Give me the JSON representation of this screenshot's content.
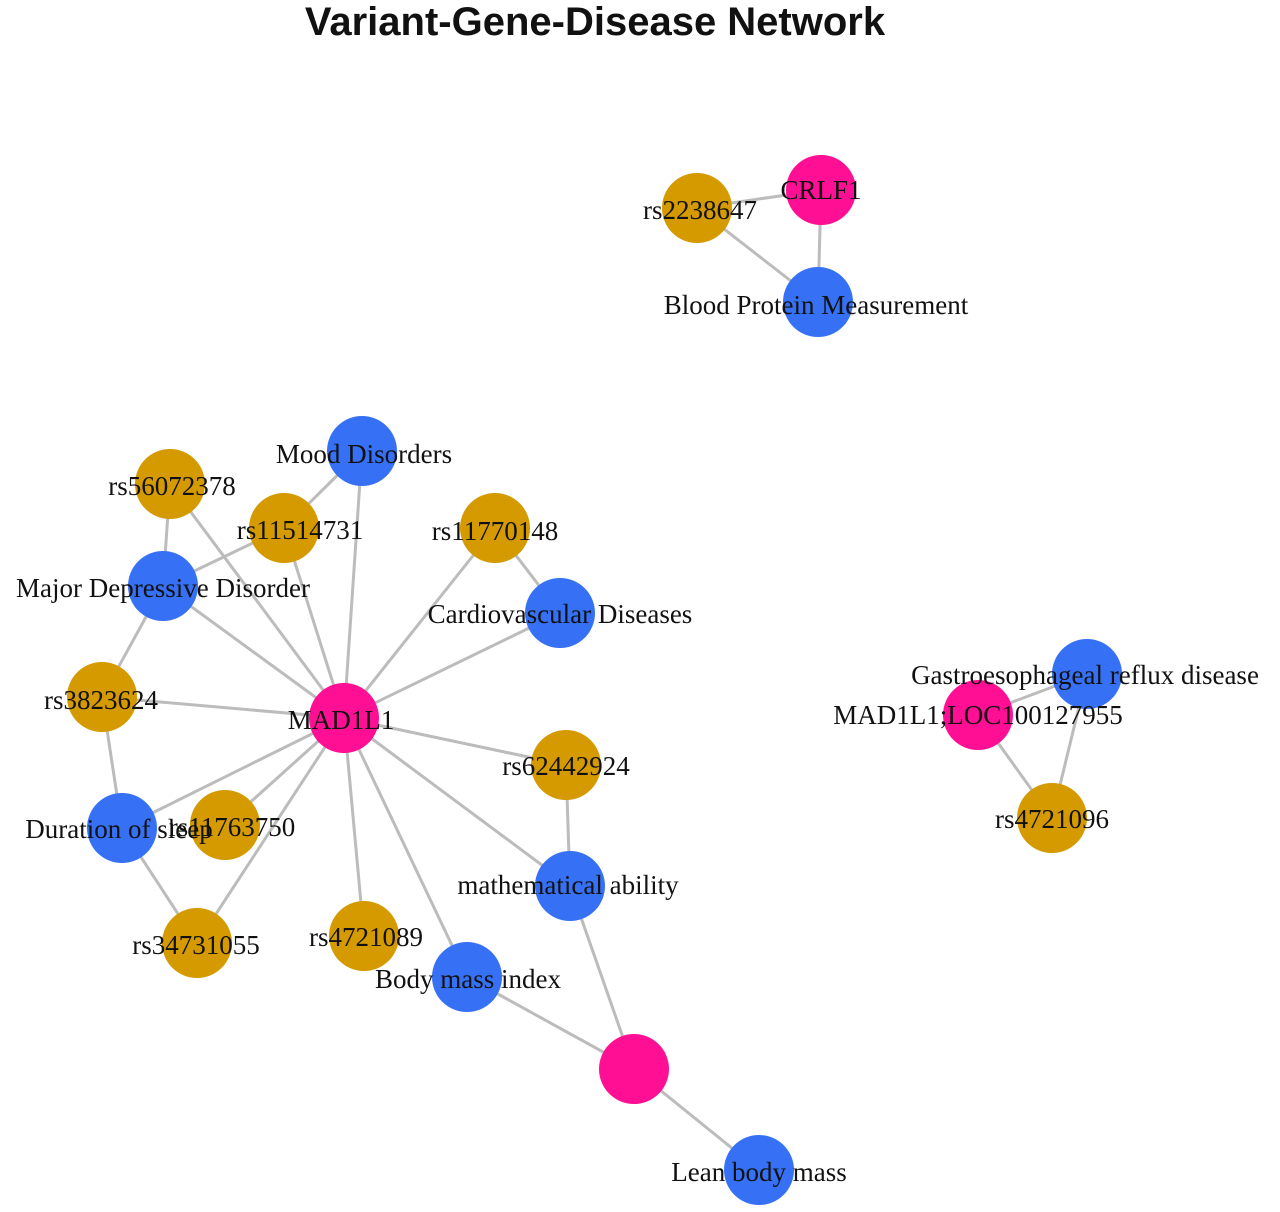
{
  "title": "Variant-Gene-Disease Network",
  "colors": {
    "variant": "#d49a00",
    "gene": "#ff0f93",
    "disease": "#3671f5",
    "edge": "#bcbcbc"
  },
  "nodes": [
    {
      "id": "rs2238647",
      "label": "rs2238647",
      "type": "variant"
    },
    {
      "id": "CRLF1",
      "label": "CRLF1",
      "type": "gene"
    },
    {
      "id": "blood_protein",
      "label": "Blood Protein Measurement",
      "type": "disease"
    },
    {
      "id": "mood",
      "label": "Mood Disorders",
      "type": "disease"
    },
    {
      "id": "rs56072378",
      "label": "rs56072378",
      "type": "variant"
    },
    {
      "id": "rs11514731",
      "label": "rs11514731",
      "type": "variant"
    },
    {
      "id": "rs11770148",
      "label": "rs11770148",
      "type": "variant"
    },
    {
      "id": "mdd",
      "label": "Major Depressive Disorder",
      "type": "disease"
    },
    {
      "id": "cvd",
      "label": "Cardiovascular Diseases",
      "type": "disease"
    },
    {
      "id": "rs3823624",
      "label": "rs3823624",
      "type": "variant"
    },
    {
      "id": "MAD1L1",
      "label": "MAD1L1",
      "type": "gene"
    },
    {
      "id": "rs62442924",
      "label": "rs62442924",
      "type": "variant"
    },
    {
      "id": "sleep",
      "label": "Duration of sleep",
      "type": "disease"
    },
    {
      "id": "rs11763750",
      "label": "rs11763750",
      "type": "variant"
    },
    {
      "id": "math",
      "label": "mathematical ability",
      "type": "disease"
    },
    {
      "id": "rs34731055",
      "label": "rs34731055",
      "type": "variant"
    },
    {
      "id": "rs4721089",
      "label": "rs4721089",
      "type": "variant"
    },
    {
      "id": "bmi",
      "label": "Body mass index",
      "type": "disease"
    },
    {
      "id": "gene_unlabeled",
      "label": "",
      "type": "gene"
    },
    {
      "id": "lean",
      "label": "Lean body mass",
      "type": "disease"
    },
    {
      "id": "gerd",
      "label": "Gastroesophageal reflux disease",
      "type": "disease"
    },
    {
      "id": "MAD1L1_LOC",
      "label": "MAD1L1;LOC100127955",
      "type": "gene"
    },
    {
      "id": "rs4721096",
      "label": "rs4721096",
      "type": "variant"
    }
  ],
  "edges": [
    [
      "rs2238647",
      "CRLF1"
    ],
    [
      "rs2238647",
      "blood_protein"
    ],
    [
      "CRLF1",
      "blood_protein"
    ],
    [
      "MAD1L1",
      "mood"
    ],
    [
      "MAD1L1",
      "rs56072378"
    ],
    [
      "MAD1L1",
      "rs11514731"
    ],
    [
      "MAD1L1",
      "rs11770148"
    ],
    [
      "MAD1L1",
      "mdd"
    ],
    [
      "MAD1L1",
      "cvd"
    ],
    [
      "MAD1L1",
      "rs3823624"
    ],
    [
      "MAD1L1",
      "rs62442924"
    ],
    [
      "MAD1L1",
      "sleep"
    ],
    [
      "MAD1L1",
      "rs11763750"
    ],
    [
      "MAD1L1",
      "rs34731055"
    ],
    [
      "MAD1L1",
      "rs4721089"
    ],
    [
      "MAD1L1",
      "bmi"
    ],
    [
      "MAD1L1",
      "math"
    ],
    [
      "rs11514731",
      "mood"
    ],
    [
      "rs11514731",
      "mdd"
    ],
    [
      "rs56072378",
      "mdd"
    ],
    [
      "rs11770148",
      "cvd"
    ],
    [
      "mdd",
      "rs3823624"
    ],
    [
      "rs3823624",
      "sleep"
    ],
    [
      "sleep",
      "rs34731055"
    ],
    [
      "rs62442924",
      "math"
    ],
    [
      "math",
      "gene_unlabeled"
    ],
    [
      "bmi",
      "gene_unlabeled"
    ],
    [
      "gene_unlabeled",
      "lean"
    ],
    [
      "MAD1L1_LOC",
      "gerd"
    ],
    [
      "MAD1L1_LOC",
      "rs4721096"
    ],
    [
      "gerd",
      "rs4721096"
    ]
  ]
}
